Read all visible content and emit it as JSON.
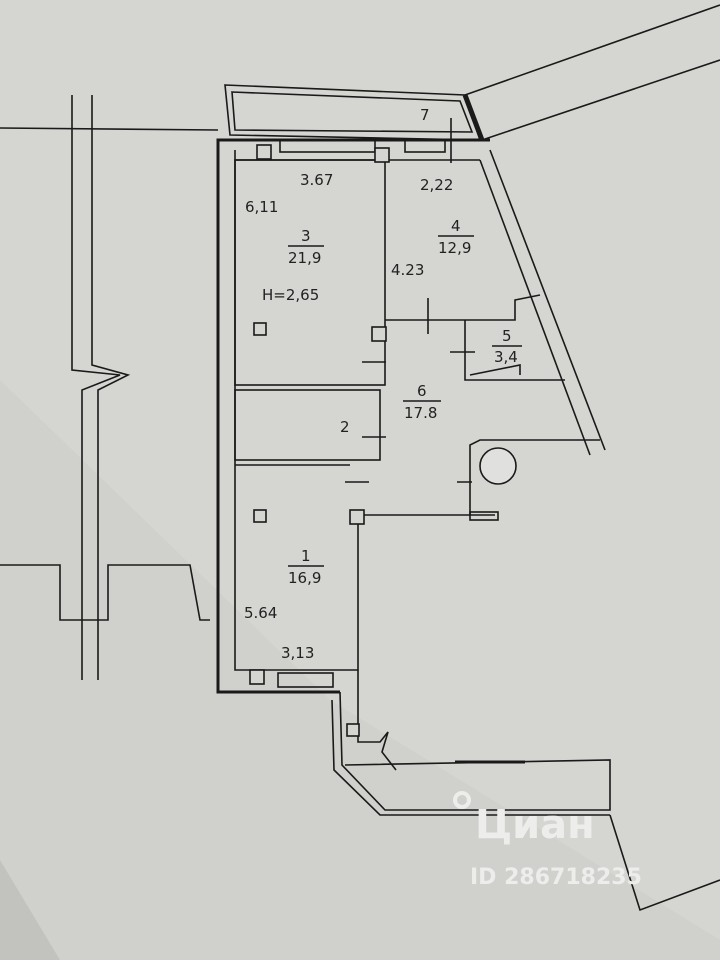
{
  "plan": {
    "rooms": [
      {
        "number": "1",
        "area": "16,9",
        "length": "5.64",
        "width": "3,13"
      },
      {
        "number": "2"
      },
      {
        "number": "3",
        "area": "21,9",
        "length": "6,11",
        "width": "3.67",
        "height": "H=2,65"
      },
      {
        "number": "4",
        "area": "12,9",
        "length": "4.23",
        "width": "2,22"
      },
      {
        "number": "5",
        "area": "3,4"
      },
      {
        "number": "6",
        "area": "17.8"
      },
      {
        "number": "7"
      }
    ]
  },
  "watermark": {
    "brand": "Циан",
    "id": "ID 286718235"
  },
  "colors": {
    "paper": "#d5d5d2",
    "line": "#1a1a1a"
  }
}
